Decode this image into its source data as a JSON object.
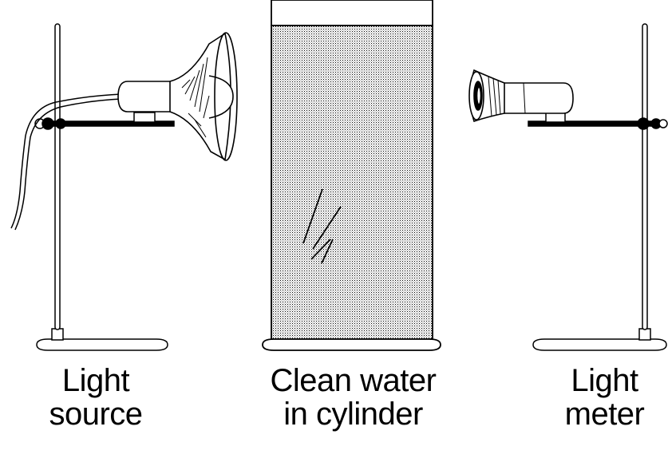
{
  "labels": {
    "light_source": {
      "line1": "Light",
      "line2": "source"
    },
    "cylinder": {
      "line1": "Clean water",
      "line2": "in cylinder"
    },
    "light_meter": {
      "line1": "Light",
      "line2": "meter"
    }
  },
  "colors": {
    "ink": "#000000",
    "background": "#ffffff",
    "water_fill": "#dcdcdc"
  }
}
